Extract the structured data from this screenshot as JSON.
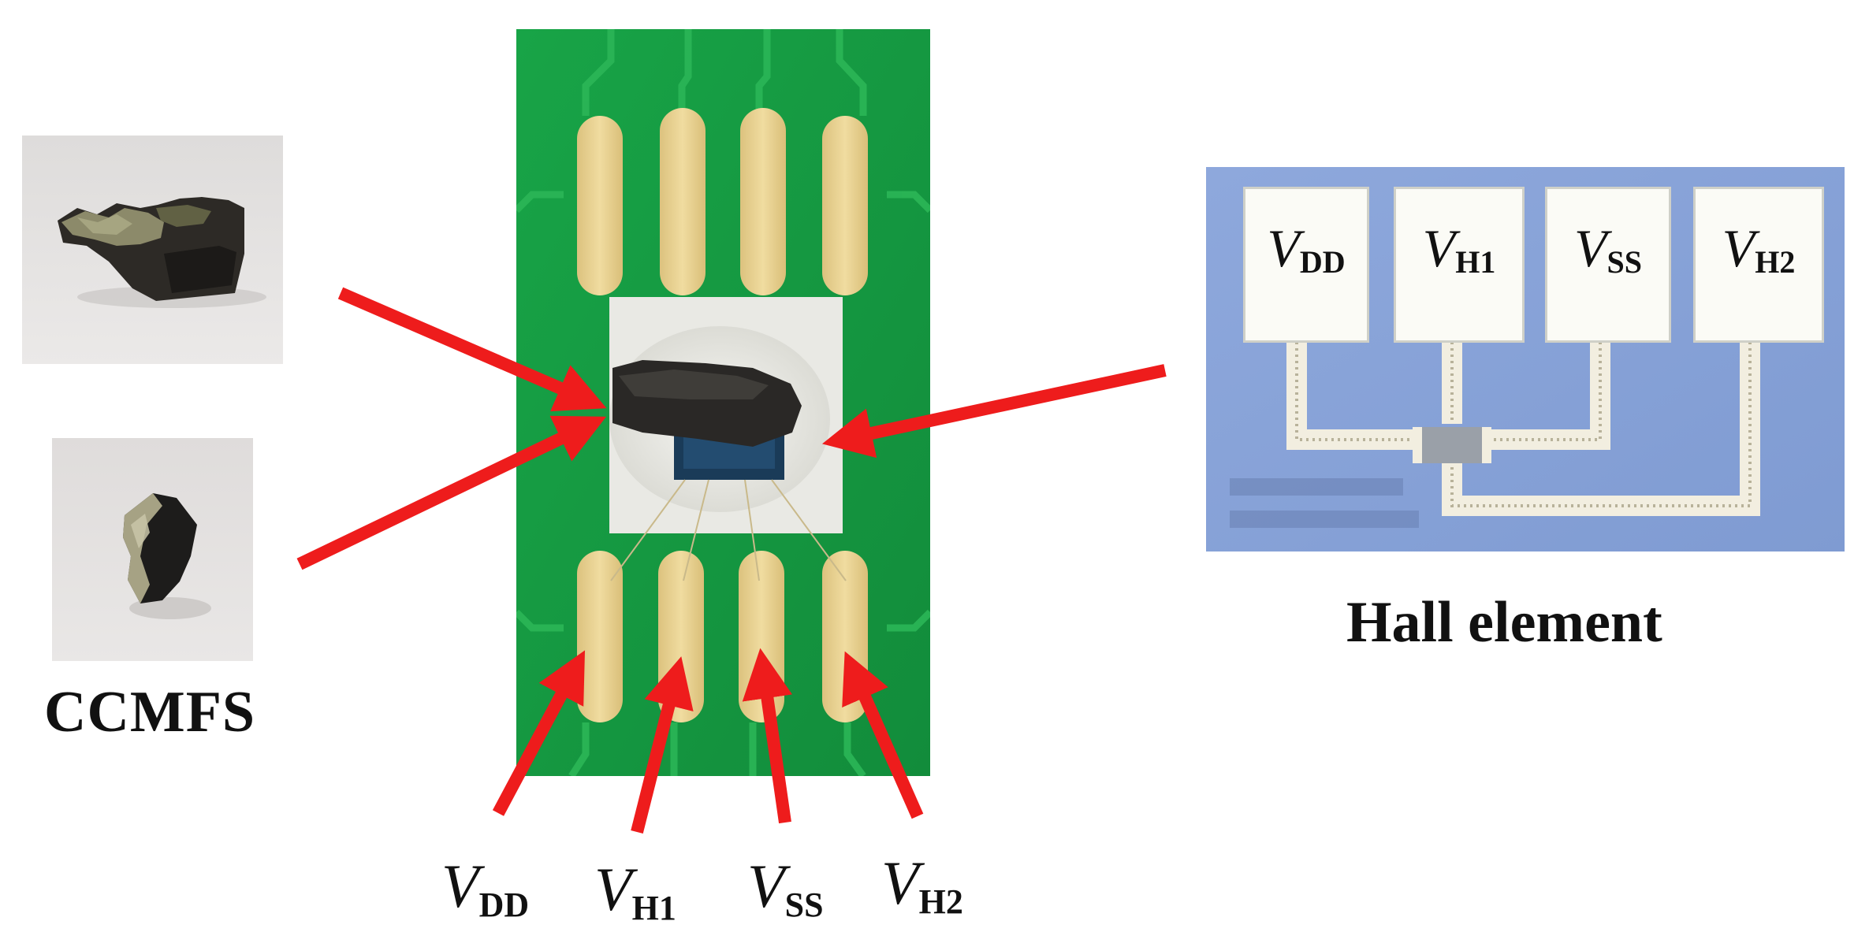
{
  "labels": {
    "ccmfs": "CCMFS",
    "hall_element": "Hall element"
  },
  "pins": [
    {
      "v": "V",
      "sub": "DD"
    },
    {
      "v": "V",
      "sub": "H1"
    },
    {
      "v": "V",
      "sub": "SS"
    },
    {
      "v": "V",
      "sub": "H2"
    }
  ],
  "hall_pads": [
    {
      "v": "V",
      "sub": "DD"
    },
    {
      "v": "V",
      "sub": "H1"
    },
    {
      "v": "V",
      "sub": "SS"
    },
    {
      "v": "V",
      "sub": "H2"
    }
  ],
  "colors": {
    "pcb_green": "#16a044",
    "pcb_trace": "#23b050",
    "gold_pad": "#e8d290",
    "arrow_red": "#ee1c1c",
    "hall_bg": "#8aa4d8",
    "sample_bg": "#e4e2e1",
    "pad_white": "#fbfbf6"
  }
}
